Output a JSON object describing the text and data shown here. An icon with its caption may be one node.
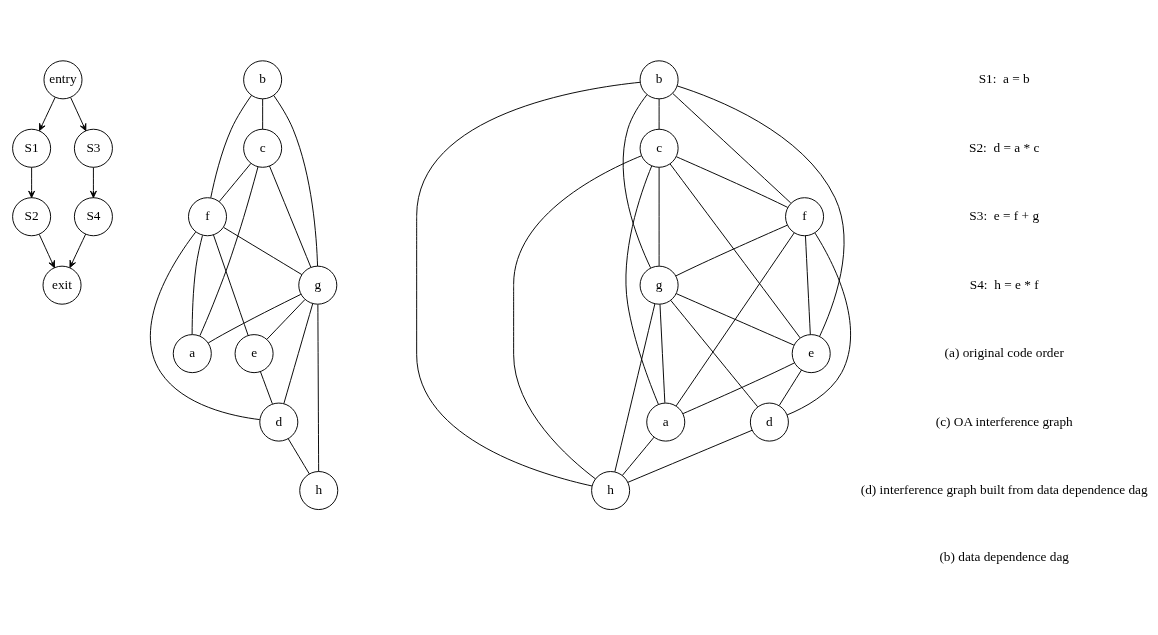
{
  "diagram": {
    "nodes": [
      {
        "text": [
          "entry"
        ]
      },
      {
        "text": [
          "S1"
        ]
      },
      {
        "text": [
          "S3"
        ]
      },
      {
        "text": [
          "S2"
        ]
      },
      {
        "text": [
          "S4"
        ]
      },
      {
        "text": [
          "exit"
        ]
      },
      {
        "text": [
          "b"
        ]
      },
      {
        "text": [
          "c"
        ]
      },
      {
        "text": [
          "f"
        ]
      },
      {
        "text": [
          "g"
        ]
      },
      {
        "text": [
          "e"
        ]
      },
      {
        "text": [
          "a"
        ]
      },
      {
        "text": [
          "d"
        ]
      },
      {
        "text": [
          "h"
        ]
      },
      {
        "text": [
          "b"
        ]
      },
      {
        "text": [
          "c"
        ]
      },
      {
        "text": [
          "f"
        ]
      },
      {
        "text": [
          "g"
        ]
      },
      {
        "text": [
          "e"
        ]
      },
      {
        "text": [
          "a"
        ]
      },
      {
        "text": [
          "d"
        ]
      },
      {
        "text": [
          "h"
        ]
      }
    ],
    "edges": [
      {
        "from": 0,
        "to": 1,
        "arrow": "to"
      },
      {
        "from": 0,
        "to": 2,
        "arrow": "to"
      },
      {
        "from": 1,
        "to": 3,
        "arrow": "to"
      },
      {
        "from": 2,
        "to": 4,
        "arrow": "to"
      },
      {
        "from": 3,
        "to": 5,
        "arrow": "to"
      },
      {
        "from": 4,
        "to": 5,
        "arrow": "to"
      },
      {
        "from": 6,
        "to": 7,
        "arrow": "none"
      },
      {
        "from": 6,
        "to": 8,
        "arrow": "none"
      },
      {
        "from": 6,
        "to": 9,
        "arrow": "none"
      },
      {
        "from": 7,
        "to": 8,
        "arrow": "none"
      },
      {
        "from": 7,
        "to": 9,
        "arrow": "none"
      },
      {
        "from": 7,
        "to": 11,
        "arrow": "none"
      },
      {
        "from": 8,
        "to": 9,
        "arrow": "none"
      },
      {
        "from": 8,
        "to": 10,
        "arrow": "none"
      },
      {
        "from": 8,
        "to": 12,
        "arrow": "none"
      },
      {
        "from": 8,
        "to": 11,
        "arrow": "none"
      },
      {
        "from": 9,
        "to": 10,
        "arrow": "none"
      },
      {
        "from": 9,
        "to": 12,
        "arrow": "none"
      },
      {
        "from": 9,
        "to": 13,
        "arrow": "none"
      },
      {
        "from": 9,
        "to": 11,
        "arrow": "none"
      },
      {
        "from": 10,
        "to": 12,
        "arrow": "none"
      },
      {
        "from": 12,
        "to": 13,
        "arrow": "none"
      },
      {
        "from": 14,
        "to": 15,
        "arrow": "none"
      },
      {
        "from": 14,
        "to": 18,
        "arrow": "none"
      },
      {
        "from": 14,
        "to": 16,
        "arrow": "none"
      },
      {
        "from": 14,
        "to": 17,
        "arrow": "none"
      },
      {
        "from": 14,
        "to": 21,
        "arrow": "none"
      },
      {
        "from": 15,
        "to": 18,
        "arrow": "none"
      },
      {
        "from": 15,
        "to": 16,
        "arrow": "none"
      },
      {
        "from": 15,
        "to": 17,
        "arrow": "none"
      },
      {
        "from": 15,
        "to": 19,
        "arrow": "none"
      },
      {
        "from": 15,
        "to": 21,
        "arrow": "none"
      },
      {
        "from": 16,
        "to": 17,
        "arrow": "none"
      },
      {
        "from": 16,
        "to": 18,
        "arrow": "none"
      },
      {
        "from": 16,
        "to": 20,
        "arrow": "none"
      },
      {
        "from": 16,
        "to": 19,
        "arrow": "none"
      },
      {
        "from": 17,
        "to": 18,
        "arrow": "none"
      },
      {
        "from": 17,
        "to": 20,
        "arrow": "none"
      },
      {
        "from": 17,
        "to": 21,
        "arrow": "none"
      },
      {
        "from": 17,
        "to": 19,
        "arrow": "none"
      },
      {
        "from": 18,
        "to": 19,
        "arrow": "none"
      },
      {
        "from": 18,
        "to": 20,
        "arrow": "none"
      },
      {
        "from": 20,
        "to": 21,
        "arrow": "none"
      },
      {
        "from": 19,
        "to": 21,
        "arrow": "none"
      }
    ],
    "labels": [
      "S1:  a = b",
      "S2:  d = a * c",
      "S3:  e = f + g",
      "S4:  h = e * f",
      "(a) original code order",
      "(c) OA interference graph",
      "(d) interference graph built from data dependence dag",
      "(b) data dependence dag"
    ]
  }
}
